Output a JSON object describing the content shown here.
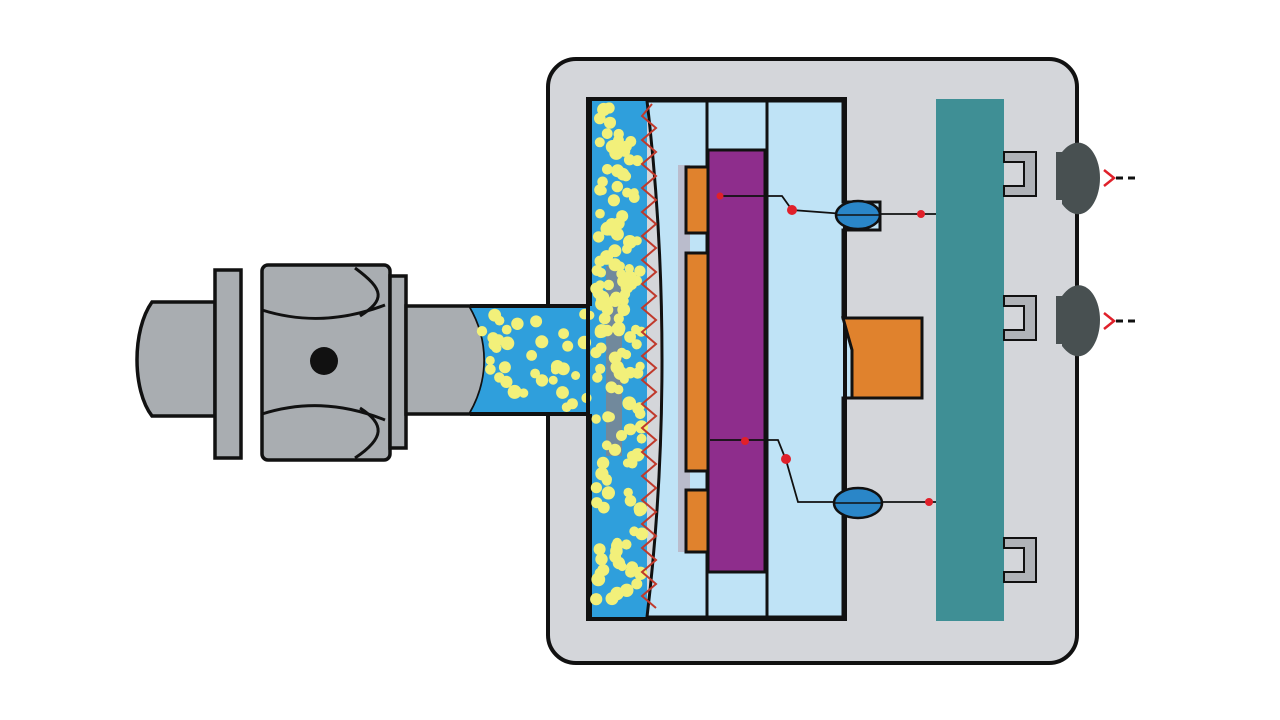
{
  "diagram": {
    "type": "cross-section",
    "labels": [],
    "colors": {
      "housing": "#d4d6da",
      "fitting": "#a9adb1",
      "process_fluid": "#2f9fdc",
      "particles": "#f2f07a",
      "fill_fluid": "#bfe3f6",
      "sensor_element": "#8e2d8c",
      "electrodes": "#e0822d",
      "circuit_board": "#3f8f95",
      "connectors": "#485051",
      "outline": "#111111",
      "wire_dots": "#e0202a"
    },
    "icons": [
      "pipe-fitting",
      "hex-nut",
      "diaphragm",
      "sensing-capacitor",
      "circuit-board",
      "terminal-clip",
      "cable-connector"
    ]
  }
}
